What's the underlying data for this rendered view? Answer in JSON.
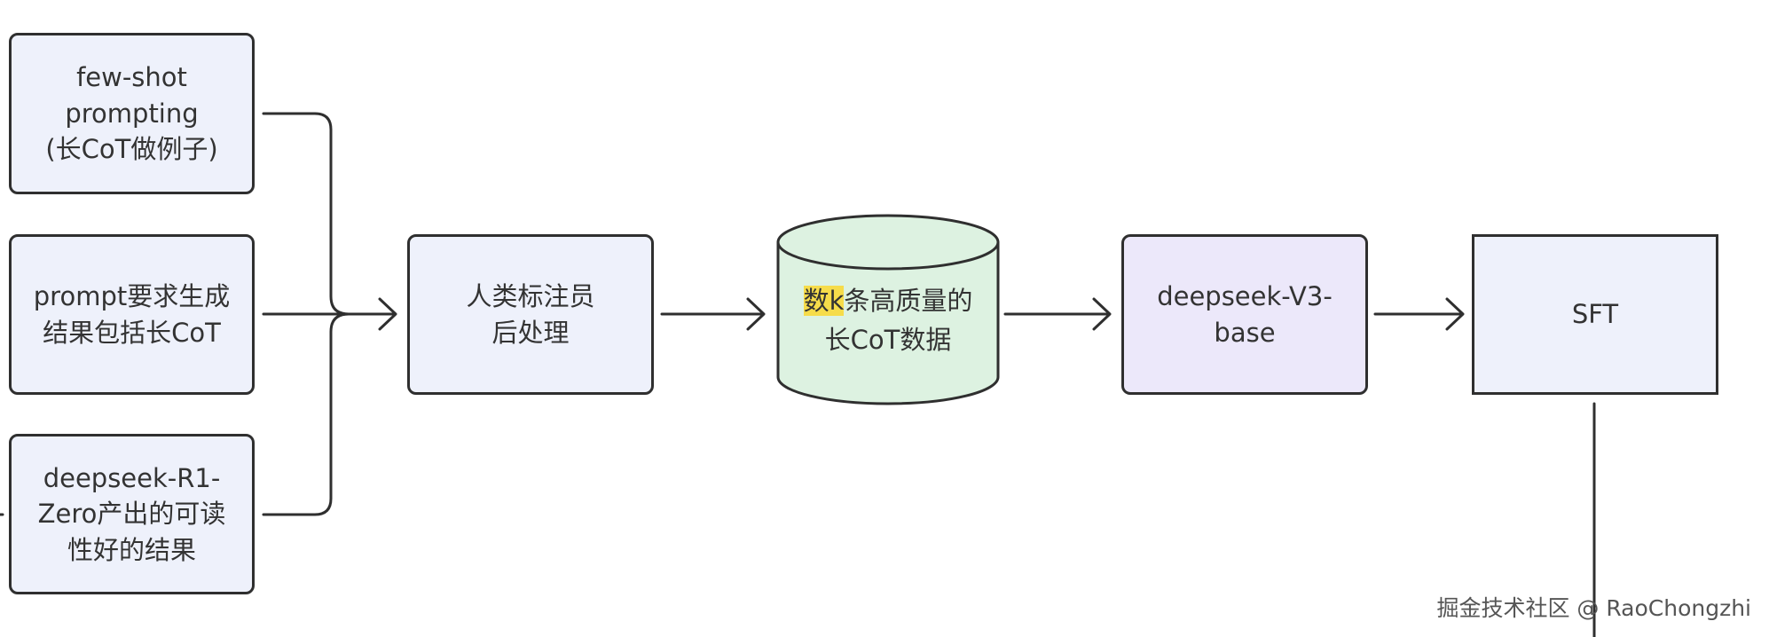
{
  "diagram": {
    "sources": [
      {
        "lines": [
          "few-shot",
          "prompting",
          "(长CoT做例子)"
        ]
      },
      {
        "lines": [
          "prompt要求生成",
          "结果包括长CoT"
        ]
      },
      {
        "lines": [
          "deepseek-R1-",
          "Zero产出的可读",
          "性好的结果"
        ]
      }
    ],
    "human_node": {
      "lines": [
        "人类标注员",
        "后处理"
      ]
    },
    "data_store": {
      "line1_highlight": "数k",
      "line1_rest": "条高质量的",
      "line2": "长CoT数据",
      "fill_color": "#ddf2e1"
    },
    "base_model": {
      "lines": [
        "deepseek-V3-",
        "base"
      ]
    },
    "sft": {
      "label": "SFT"
    },
    "colors": {
      "node_fill": "#eef1fb",
      "base_model_fill": "#ece8fa",
      "border": "#2f2f2f",
      "highlight": "#f6dc4a"
    }
  },
  "watermark": "掘金技术社区 @ RaoChongzhi"
}
